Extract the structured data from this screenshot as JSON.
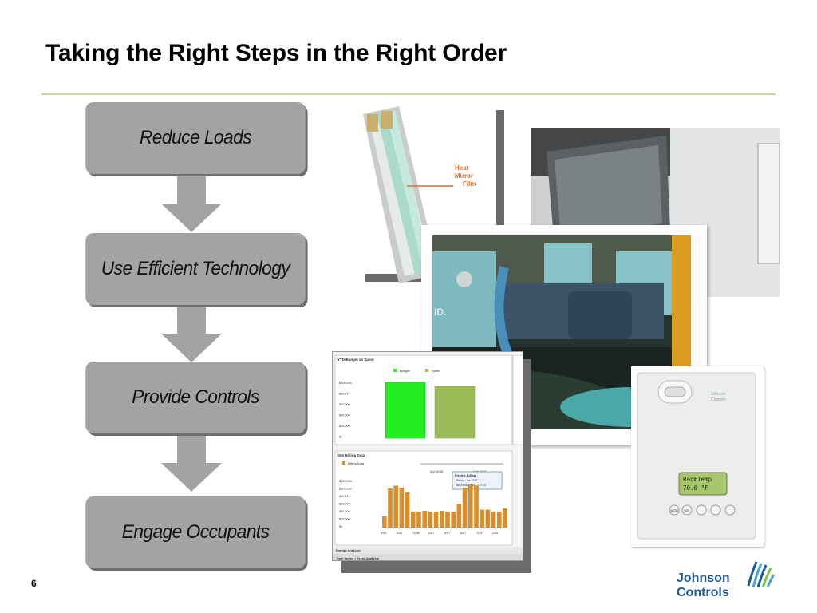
{
  "slide": {
    "title": "Taking the Right Steps in the Right Order",
    "page_number": "6"
  },
  "steps": [
    {
      "label": "Reduce Loads"
    },
    {
      "label": "Use Efficient Technology"
    },
    {
      "label": "Provide Controls"
    },
    {
      "label": "Engage Occupants"
    }
  ],
  "window_image": {
    "label_line1": "Heat",
    "label_line2": "Mirror",
    "label_line3": "Film"
  },
  "room_image": {
    "wall_text": "ID."
  },
  "energy_dashboard": {
    "panel1_title": "YTD Budget vs Spent",
    "legend_budget": "Budget",
    "legend_spent": "Spent",
    "y_ticks_top": [
      "$100,000",
      "$80,000",
      "$60,000",
      "$40,000",
      "$20,000",
      "$0"
    ],
    "panel2_title": "Site Billing Data",
    "panel2_legend": "Billing Data",
    "range_start": "Apr 2008",
    "range_end": "Feb 2009",
    "tooltip_title": "Electric Billing",
    "tooltip_period": "Period: Jun-2007",
    "tooltip_amount": "Bill Amount: $57,217.00",
    "y_ticks_bottom": [
      "$120,000",
      "$100,000",
      "$80,000",
      "$60,000",
      "$40,000",
      "$20,000",
      "$0"
    ],
    "x_ticks": [
      "5/06",
      "8/06",
      "11/06",
      "2/07",
      "5/07",
      "8/07",
      "11/07",
      "2/08"
    ],
    "footer1": "Energy Analyzer",
    "footer2": "Time Series / Event Analysis",
    "accent_budget": "#22ee22",
    "accent_spent": "#9bbb59",
    "accent_billing": "#d98d2b"
  },
  "thermostat": {
    "brand_line1": "Johnson",
    "brand_line2": "Controls",
    "display_line1": "RoomTemp",
    "display_line2": "70.0 °F",
    "buttons": [
      "MODE",
      "FAN"
    ]
  },
  "logo": {
    "line1": "Johnson",
    "line2": "Controls",
    "color": "#1d5a97"
  },
  "billing_chart": {
    "values": [
      28,
      98,
      105,
      100,
      88,
      40,
      40,
      42,
      40,
      40,
      42,
      40,
      40,
      60,
      100,
      110,
      105,
      45,
      45,
      40,
      40,
      48
    ]
  }
}
